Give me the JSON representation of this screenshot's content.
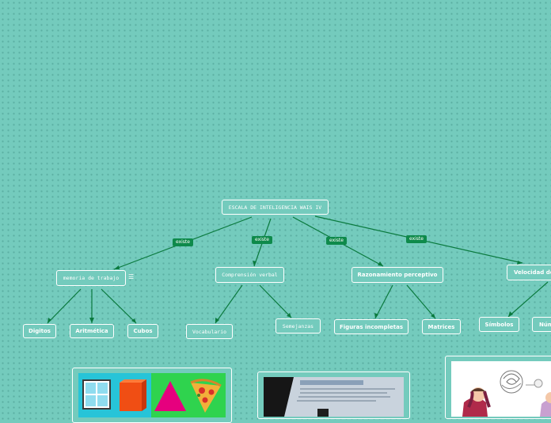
{
  "root": {
    "label": "ESCALA DE INTELIGENCIA WAIS IV"
  },
  "link_labels": [
    "existe",
    "existe",
    "existe",
    "existe"
  ],
  "branches": [
    {
      "label": "memoria de trabajo",
      "children": [
        "Digitos",
        "Aritmética",
        "Cubos"
      ]
    },
    {
      "label": "Comprensión verbal",
      "children": [
        "Vocabulario",
        "Semejanzas"
      ]
    },
    {
      "label": "Razonamiento perceptivo",
      "children": [
        "Figuras incompletas",
        "Matrices"
      ]
    },
    {
      "label": "Velocidad de",
      "children": [
        "Símbolos",
        "Núm"
      ]
    }
  ],
  "colors": {
    "background": "#74cbbd",
    "link_tag": "#0e8a4b",
    "line": "#0a7a3e"
  }
}
